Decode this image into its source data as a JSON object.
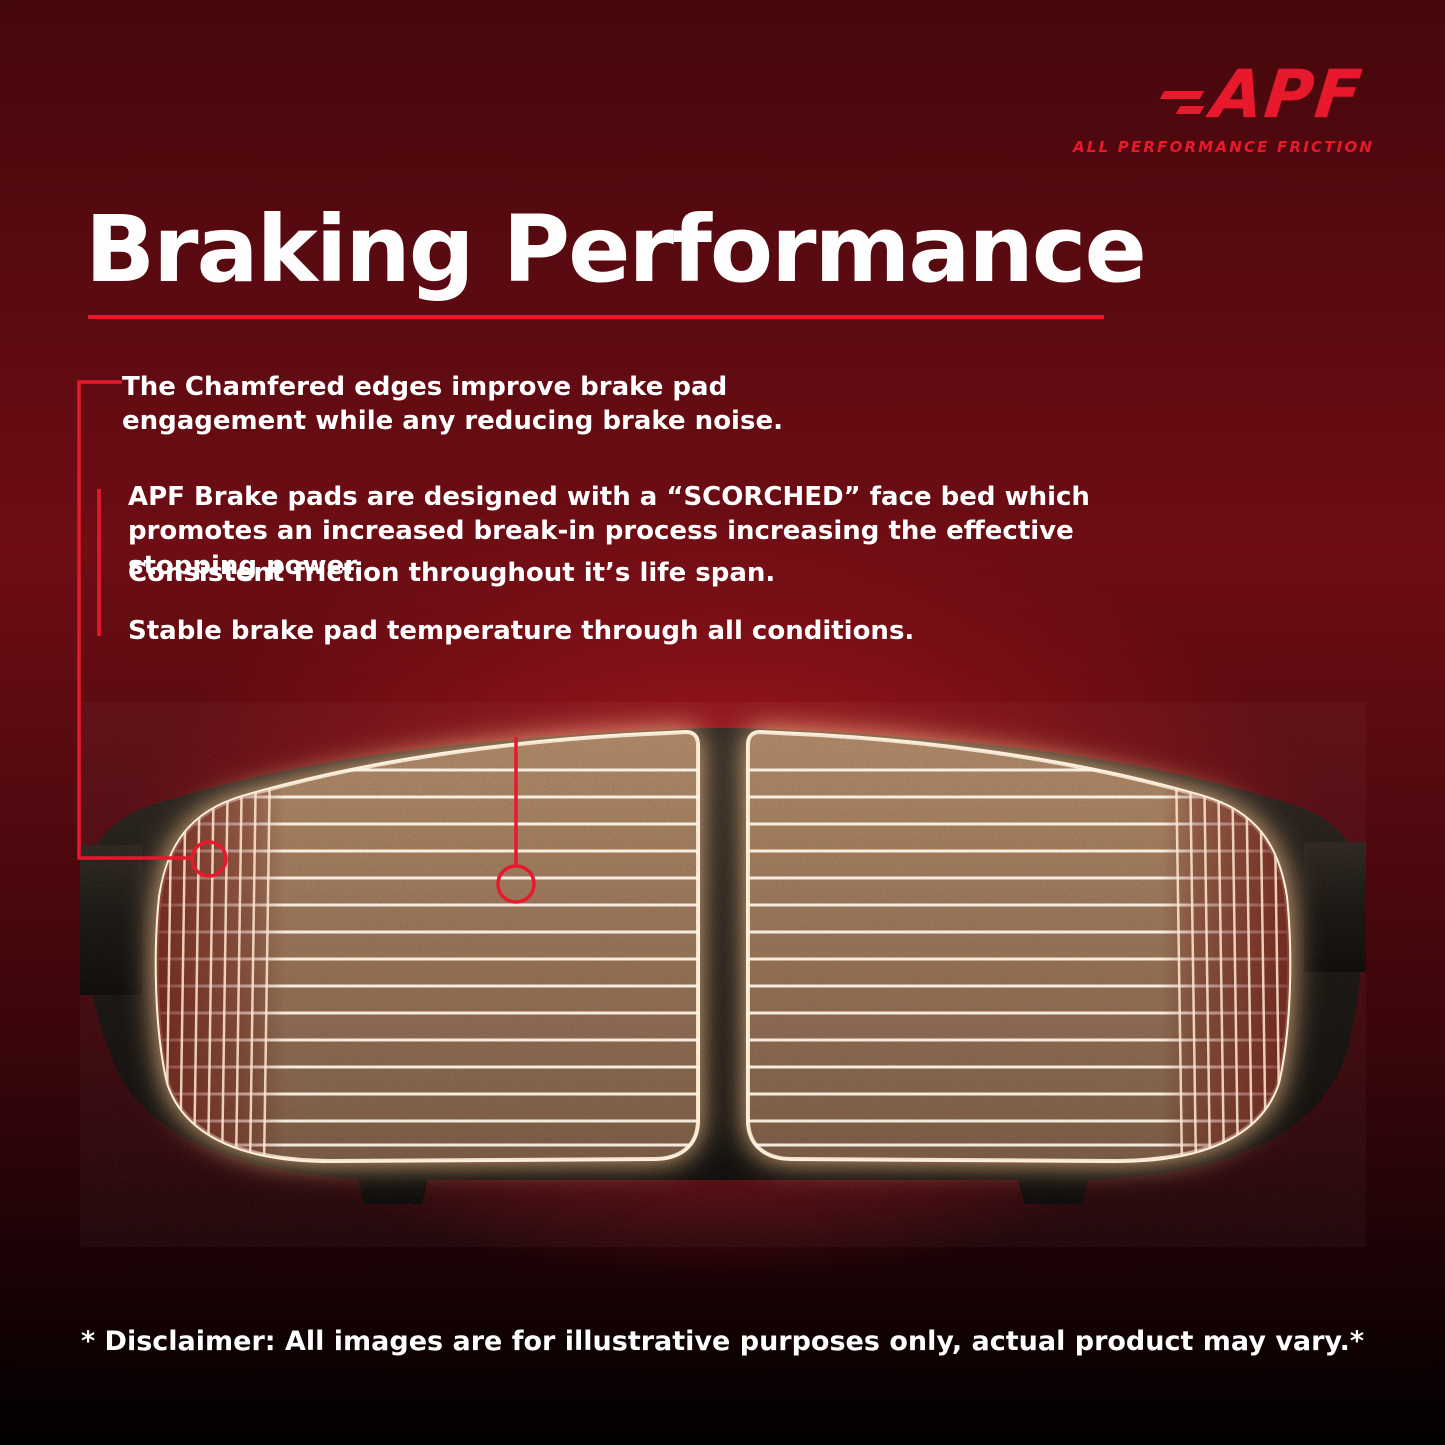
{
  "logo": {
    "name": "APF",
    "tagline": "ALL PERFORMANCE FRICTION"
  },
  "heading": {
    "title": "Braking Performance"
  },
  "features": [
    {
      "text": "The Chamfered edges improve brake pad engagement while any reducing brake noise."
    },
    {
      "text": "APF Brake pads are designed with a “SCORCHED” face bed which promotes an increased break-in process increasing the effective stopping power."
    },
    {
      "text": "Consistent friction throughout it’s life span."
    },
    {
      "text": "Stable brake pad temperature through all conditions."
    }
  ],
  "disclaimer": "* Disclaimer: All images are for illustrative purposes only, actual product may vary.*",
  "colors": {
    "accent": "#e8192c",
    "pad_face": "#a07a5c",
    "backplate": "#17120e",
    "glow": "#ffc890"
  }
}
